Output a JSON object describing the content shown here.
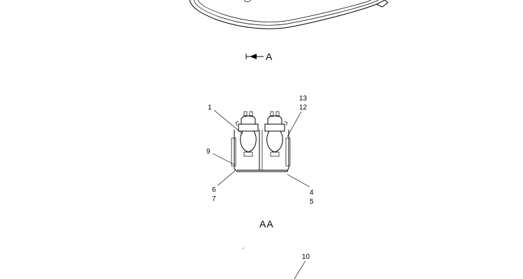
{
  "drawing": {
    "section_arrow_label": "A",
    "view_title": "AA",
    "callouts": {
      "c1": "1",
      "c13": "13",
      "c12": "12",
      "c9": "9",
      "c6": "6",
      "c7": "7",
      "c4": "4",
      "c5": "5",
      "c10": "10"
    }
  }
}
